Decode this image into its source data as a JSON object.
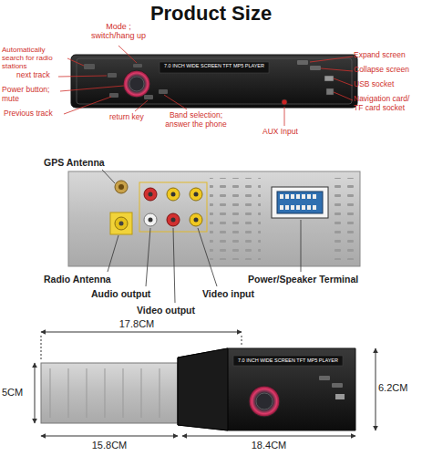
{
  "diagram": {
    "title": "Product Size",
    "labels": [
      "Mode ; switch/hang up",
      "Automatically search for radio stations",
      "next track",
      "Power button; mute",
      "Previous track",
      "return key",
      "Band selection; answer the phone",
      "7.0 INCH WIDE SCREEN TFT MP5 PLAYER",
      "AUX Input",
      "Expand screen",
      "Collapse screen",
      "USB socket",
      "Navigation card/ TF card socket",
      "GPS Antenna",
      "Radio Antenna",
      "Audio output",
      "Video output",
      "Video input",
      "Power/Speaker Terminal",
      "17.8CM",
      "6.2CM",
      "5CM",
      "15.8CM",
      "18.4CM",
      "7.0 INCH WIDE SCREEN TFT MP5 PLAYER"
    ]
  }
}
